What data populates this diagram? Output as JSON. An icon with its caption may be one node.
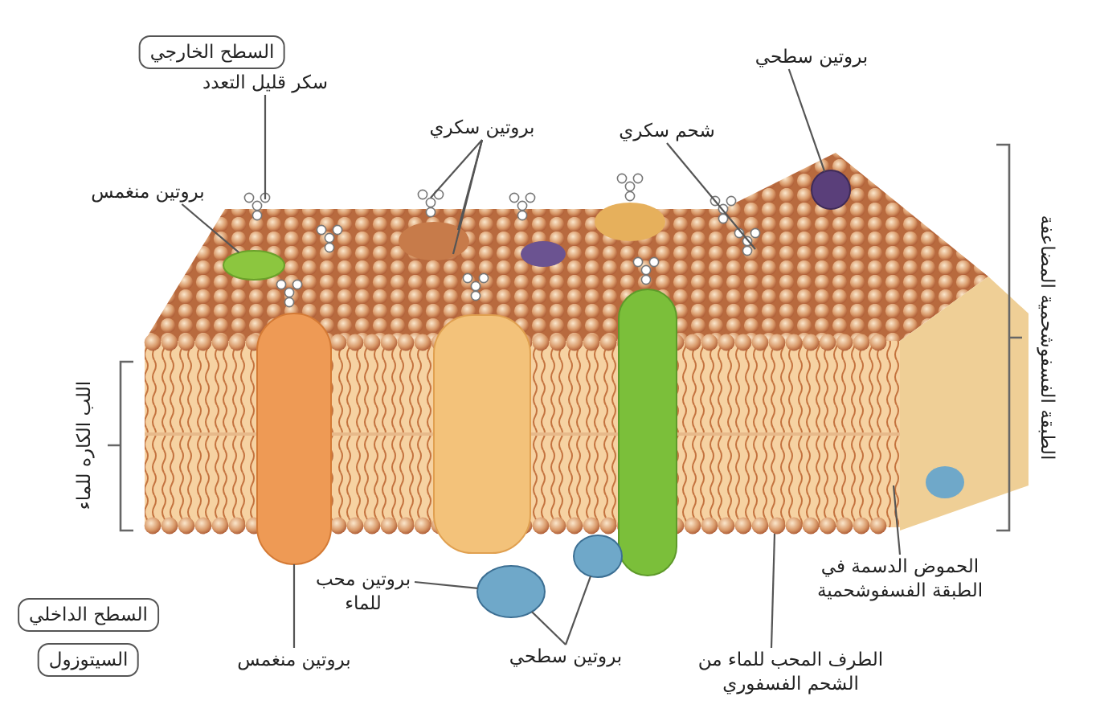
{
  "diagram": {
    "nodes": [
      {
        "text": [
          "السطح الخارجي"
        ]
      },
      {
        "text": [
          "سكر قليل التعدد"
        ]
      },
      {
        "text": [
          "بروتين سكري"
        ]
      },
      {
        "text": [
          "شحم سكري"
        ]
      },
      {
        "text": [
          "بروتين سطحي"
        ]
      },
      {
        "text": [
          "بروتين منغمس"
        ]
      },
      {
        "text": [],
        "shape": "circle"
      },
      {
        "text": [],
        "shape": "circle"
      },
      {
        "text": [],
        "shape": "bar"
      },
      {
        "text": [],
        "shape": "circle"
      },
      {
        "text": [],
        "shape": "circle"
      },
      {
        "text": [
          "بروتين محب للماء"
        ]
      },
      {
        "text": [
          "بروتين منغمس"
        ]
      },
      {
        "text": [
          "بروتين سطحي"
        ]
      },
      {
        "text": [
          "الطرف المحب للماء من الشحم الفسفوري"
        ]
      },
      {
        "text": [
          "الحموض الدسمة في الطبقة الفسفوشحمية"
        ]
      },
      {
        "text": [
          "السطح الداخلي"
        ]
      },
      {
        "text": [
          "السيتوزول"
        ]
      }
    ],
    "edges": [
      {
        "from": 1,
        "to": null,
        "arrow": "none"
      },
      {
        "from": 2,
        "to": null,
        "arrow": "none"
      },
      {
        "from": 2,
        "to": null,
        "arrow": "none"
      },
      {
        "from": 2,
        "to": null,
        "arrow": "none"
      },
      {
        "from": 3,
        "to": null,
        "arrow": "none"
      },
      {
        "from": 4,
        "to": 7,
        "arrow": "none"
      },
      {
        "from": 5,
        "to": 6,
        "arrow": "none"
      },
      {
        "from": 11,
        "to": 9,
        "arrow": "none"
      },
      {
        "from": 12,
        "to": 8,
        "arrow": "none"
      },
      {
        "from": 13,
        "to": 9,
        "arrow": "none"
      },
      {
        "from": 13,
        "to": 10,
        "arrow": "none"
      },
      {
        "from": 14,
        "to": null,
        "arrow": "none"
      },
      {
        "from": 15,
        "to": null,
        "arrow": "none"
      }
    ],
    "labels": [
      "اللب الكاره للماء",
      "الطبقة الفسفوشحمية المضاعفة"
    ]
  }
}
